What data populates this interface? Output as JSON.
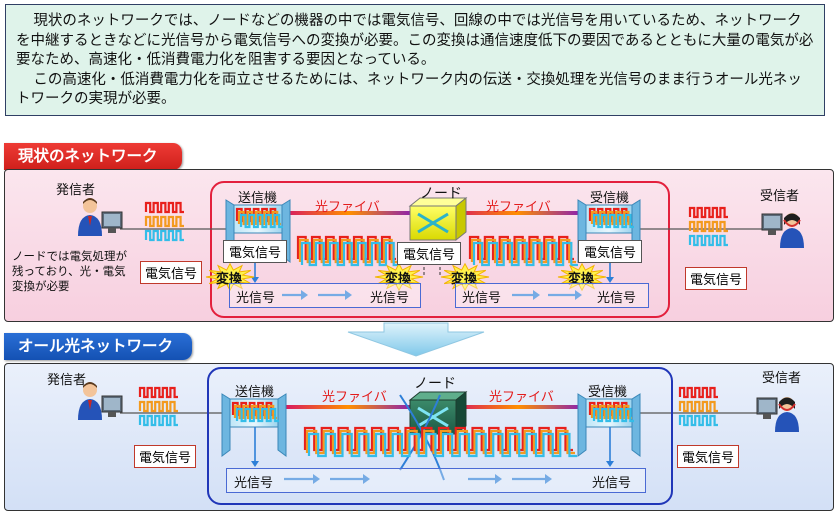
{
  "intro": {
    "para1": "現状のネットワークでは、ノードなどの機器の中では電気信号、回線の中では光信号を用いているため、ネットワークを中継するときなどに光信号から電気信号への変換が必要。この変換は通信速度低下の要因であるとともに大量の電気が必要なため、高速化・低消費電力化を阻害する要因となっている。",
    "para2": "この高速化・低消費電力化を両立させるためには、ネットワーク内の伝送・交換処理を光信号のまま行うオール光ネットワークの実現が必要。"
  },
  "current": {
    "title": "現状のネットワーク",
    "sender": "発信者",
    "receiver": "受信者",
    "transmitter": "送信機",
    "receiver_device": "受信機",
    "node": "ノード",
    "fiber_left": "光ファイバ",
    "fiber_right": "光ファイバ",
    "elec_sender": "電気信号",
    "elec_tx": "電気信号",
    "elec_node": "電気信号",
    "elec_rx": "電気信号",
    "elec_receiver": "電気信号",
    "conv1": "変換",
    "conv2": "変換",
    "conv3": "変換",
    "conv4": "変換",
    "opt_left_a": "光信号",
    "opt_left_b": "光信号",
    "opt_right_a": "光信号",
    "opt_right_b": "光信号",
    "note": "ノードでは電気処理が残っており、光・電気変換が必要"
  },
  "allopt": {
    "title": "オール光ネットワーク",
    "sender": "発信者",
    "receiver": "受信者",
    "transmitter": "送信機",
    "receiver_device": "受信機",
    "node": "ノード",
    "fiber_left": "光ファイバ",
    "fiber_right": "光ファイバ",
    "elec_sender": "電気信号",
    "elec_receiver": "電気信号",
    "opt_a": "光信号",
    "opt_b": "光信号"
  },
  "colors": {
    "red_accent": "#e3203d",
    "blue_accent": "#2036b8",
    "wave_red": "#e8201c",
    "wave_orange": "#f39a1e",
    "wave_cyan": "#33bde8"
  }
}
